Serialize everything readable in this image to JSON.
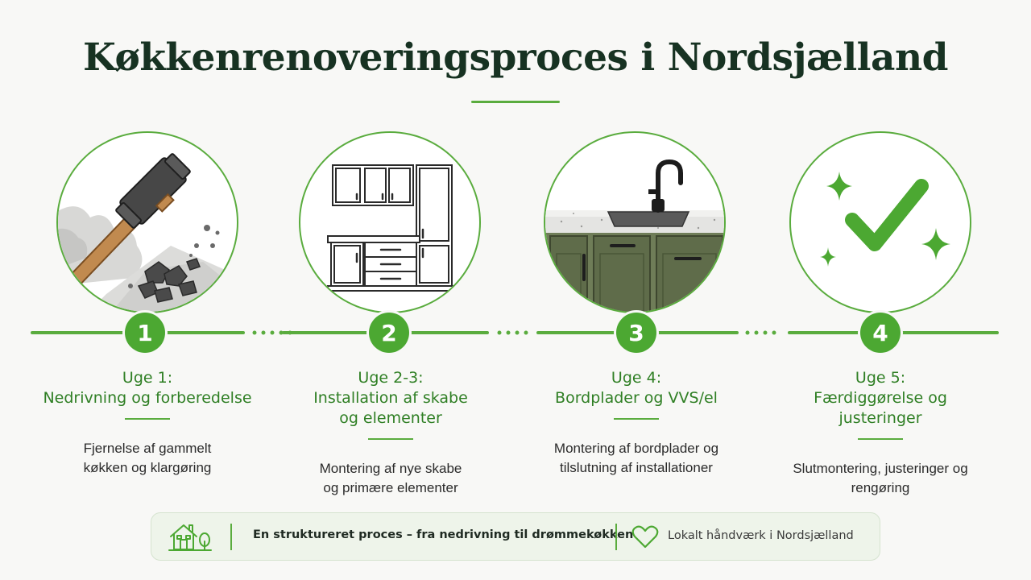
{
  "title": "Køkkenrenoveringsproces i Nordsjælland",
  "accent_color": "#4ca832",
  "steps": [
    {
      "number": "1",
      "week": "Uge 1:",
      "title": "Nedrivning og forberedelse",
      "description": "Fjernelse af gammelt køkken og klargøring",
      "icon": "sledgehammer-icon"
    },
    {
      "number": "2",
      "week": "Uge 2-3:",
      "title": "Installation af skabe og elementer",
      "description": "Montering af nye skabe og primære elementer",
      "icon": "kitchen-cabinets-icon"
    },
    {
      "number": "3",
      "week": "Uge 4:",
      "title": "Bordplader og VVS/el",
      "description": "Montering af bordplader og tilslutning af installationer",
      "icon": "sink-countertop-icon"
    },
    {
      "number": "4",
      "week": "Uge 5:",
      "title": "Færdiggørelse og justeringer",
      "description": "Slutmontering, justeringer og rengøring",
      "icon": "checkmark-sparkle-icon"
    }
  ],
  "footer": {
    "icon_left": "house-tree-icon",
    "main_text": "En struktureret proces – fra nedrivning til drømmekøkken",
    "icon_right": "heart-icon",
    "local_text": "Lokalt håndværk i Nordsjælland"
  }
}
